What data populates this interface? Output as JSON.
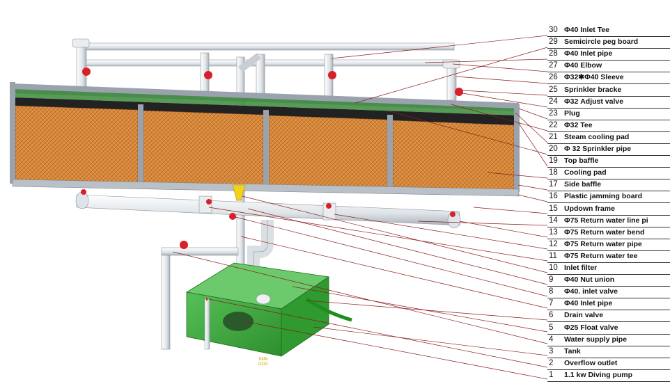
{
  "colors": {
    "pad": "#d88a3a",
    "pad_dark": "#b0622a",
    "frame": "#9aa3ad",
    "pipe": "#e8ecef",
    "tank": "#3daa3d",
    "valve": "#d8202a",
    "leader": "#8b1a1a"
  },
  "labels": [
    {
      "num": "30",
      "text": "Φ40 Inlet Tee"
    },
    {
      "num": "29",
      "text": "Semicircle peg board"
    },
    {
      "num": "28",
      "text": "Φ40 Inlet pipe"
    },
    {
      "num": "27",
      "text": "Φ40 Elbow"
    },
    {
      "num": "26",
      "text": "Φ32✱Φ40 Sleeve"
    },
    {
      "num": "25",
      "text": "Sprinkler bracke"
    },
    {
      "num": "24",
      "text": "Φ32 Adjust valve"
    },
    {
      "num": "23",
      "text": "Plug"
    },
    {
      "num": "22",
      "text": "Φ32 Tee"
    },
    {
      "num": "21",
      "text": "Steam cooling pad"
    },
    {
      "num": "20",
      "text": "Φ 32 Sprinkler pipe"
    },
    {
      "num": "19",
      "text": "Top baffle"
    },
    {
      "num": "18",
      "text": "Cooling pad"
    },
    {
      "num": "17",
      "text": "Side baffle"
    },
    {
      "num": "16",
      "text": "Plastic jamming board"
    },
    {
      "num": "15",
      "text": "Updown frame"
    },
    {
      "num": "14",
      "text": "Φ75 Return water line pi"
    },
    {
      "num": "13",
      "text": "Φ75 Return water bend"
    },
    {
      "num": "12",
      "text": "Φ75 Return water pipe"
    },
    {
      "num": "11",
      "text": "Φ75 Return water tee"
    },
    {
      "num": "10",
      "text": "Inlet filter"
    },
    {
      "num": "9",
      "text": "Φ40 Nut union"
    },
    {
      "num": "8",
      "text": "Φ40. inlet valve"
    },
    {
      "num": "7",
      "text": "Φ40 Inlet pipe"
    },
    {
      "num": "6",
      "text": "Drain valve"
    },
    {
      "num": "5",
      "text": "Φ25 Float valve"
    },
    {
      "num": "4",
      "text": "Water supply pipe"
    },
    {
      "num": "3",
      "text": "Tank"
    },
    {
      "num": "2",
      "text": "Overflow outlet"
    },
    {
      "num": "1",
      "text": "1.1 kw Diving pump"
    }
  ],
  "tank_mark": "NNN\nDDD"
}
